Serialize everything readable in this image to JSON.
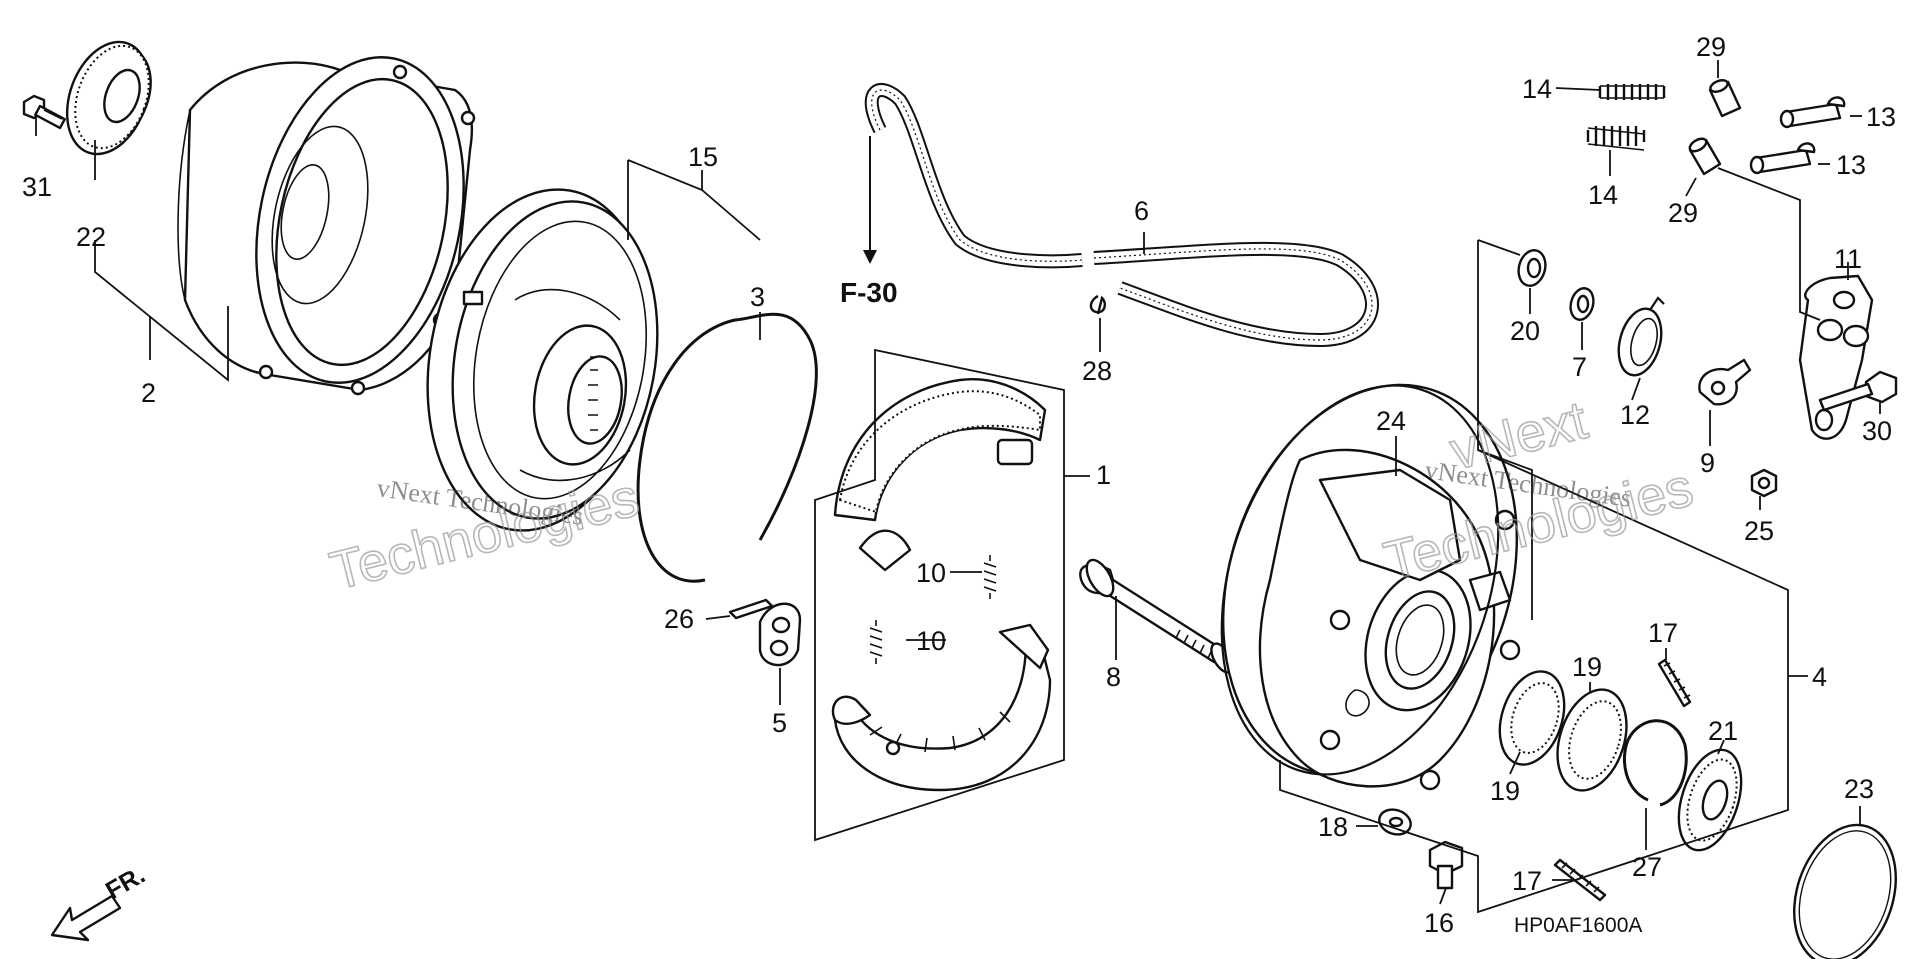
{
  "diagram": {
    "callouts": {
      "c1": "1",
      "c2": "2",
      "c3": "3",
      "c4": "4",
      "c5": "5",
      "c6": "6",
      "c7": "7",
      "c8": "8",
      "c9": "9",
      "c10a": "10",
      "c10b": "10",
      "c11": "11",
      "c12": "12",
      "c13a": "13",
      "c13b": "13",
      "c14a": "14",
      "c14b": "14",
      "c15": "15",
      "c16": "16",
      "c17a": "17",
      "c17b": "17",
      "c18": "18",
      "c19a": "19",
      "c19b": "19",
      "c20": "20",
      "c21": "21",
      "c22": "22",
      "c23": "23",
      "c24": "24",
      "c25": "25",
      "c26": "26",
      "c27": "27",
      "c28": "28",
      "c29a": "29",
      "c29b": "29",
      "c30": "30",
      "c31": "31"
    },
    "reference": "F-30",
    "direction": "FR.",
    "diagram_code": "HP0AF1600A",
    "watermarks": {
      "left_serif": "vNext Technologies",
      "left_outline": "Technologies",
      "right_serif": "vNext Technologies",
      "right_outline_top": "vNext",
      "right_outline": "Technologies"
    }
  }
}
